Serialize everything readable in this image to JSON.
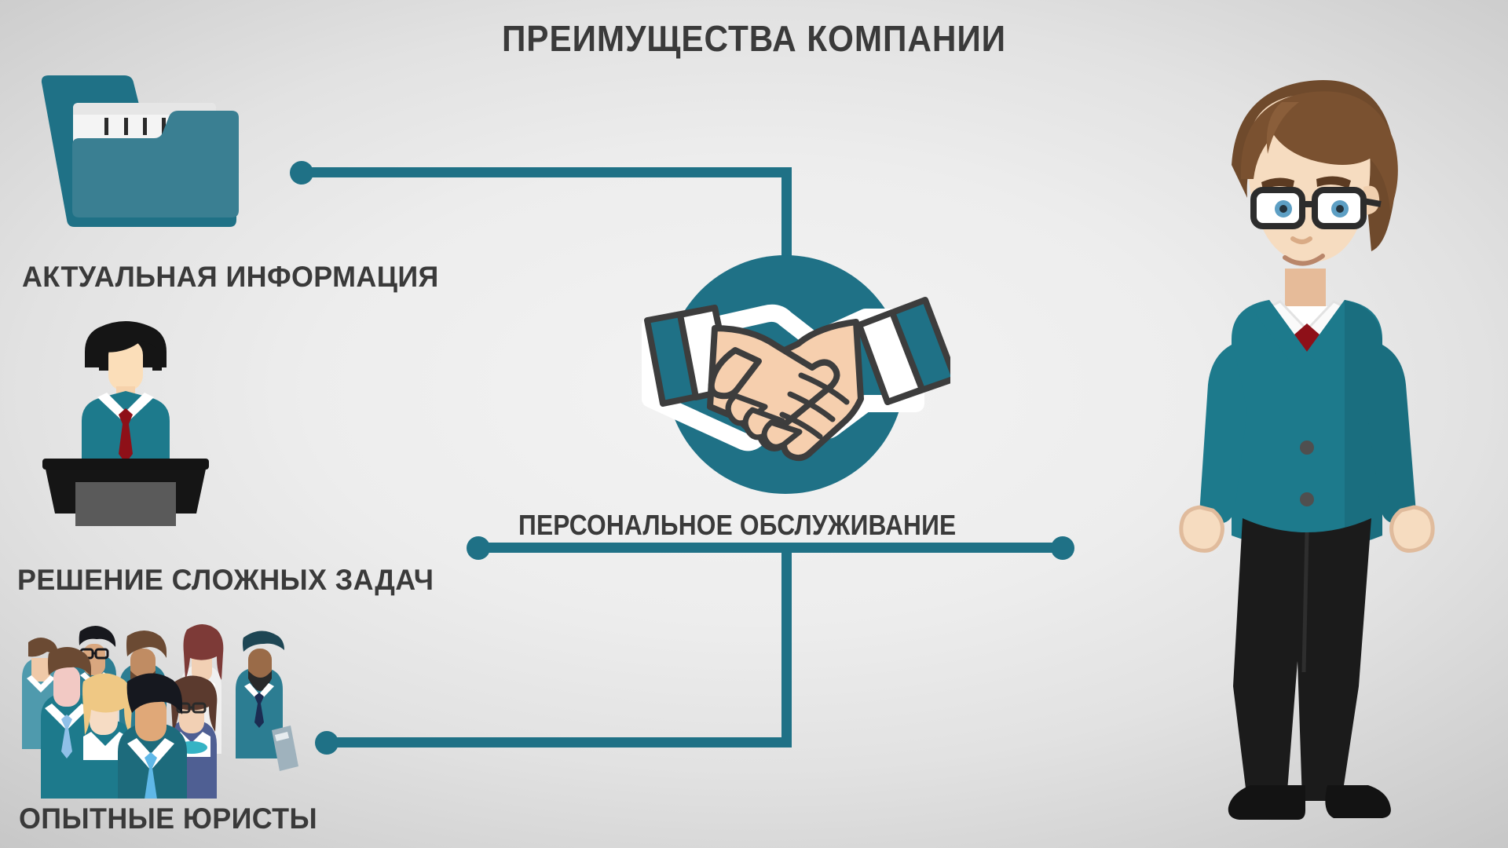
{
  "page": {
    "title": "ПРЕИМУЩЕСТВА КОМПАНИИ",
    "background_top": "#f2f2f2",
    "background_edge": "#c6c6c6",
    "accent_color": "#1f7186",
    "text_color": "#3a3a3a"
  },
  "center": {
    "label": "ПЕРСОНАЛЬНОЕ ОБСЛУЖИВАНИЕ",
    "icon": "handshake-icon"
  },
  "benefits": [
    {
      "id": "current-information",
      "label": "АКТУАЛЬНАЯ ИНФОРМАЦИЯ",
      "icon": "folder-documents-icon"
    },
    {
      "id": "complex-tasks",
      "label": "РЕШЕНИЕ СЛОЖНЫХ ЗАДАЧ",
      "icon": "speaker-podium-icon"
    },
    {
      "id": "experienced-lawyers",
      "label": "ОПЫТНЫЕ ЮРИСТЫ",
      "icon": "team-group-icon"
    }
  ],
  "figure": {
    "name": "businessman-character",
    "hair_color": "#7a5130",
    "suit_color": "#1d7a8c",
    "tie_color": "#8e1018",
    "shirt_color": "#ffffff",
    "trousers_color": "#1b1b1b",
    "skin_color": "#f5d5b8"
  },
  "palette": {
    "teal": "#1f7186",
    "teal_light": "#2d8ba0",
    "skin": "#f6cfae",
    "outline": "#3d3d3d",
    "paper": "#f1f1f1",
    "dark": "#1b1b1b",
    "tie_red": "#8e1018"
  }
}
